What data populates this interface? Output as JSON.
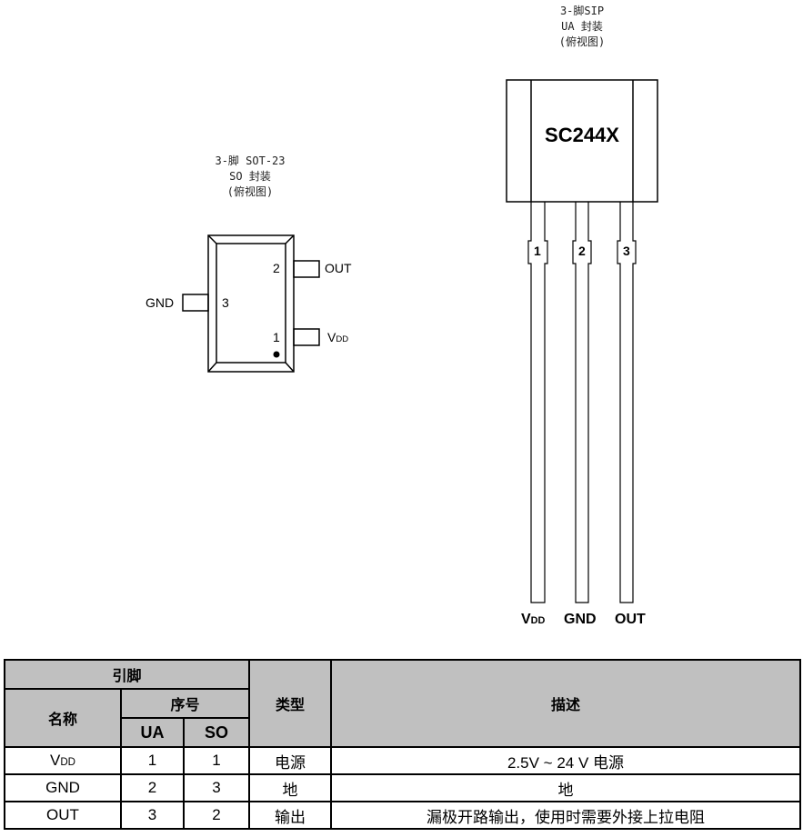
{
  "sot23": {
    "title_lines": [
      "3-脚 SOT-23",
      "SO 封装",
      "(俯视图)"
    ],
    "pins": [
      {
        "num": "2",
        "name": "OUT"
      },
      {
        "num": "3",
        "name": "GND"
      },
      {
        "num": "1",
        "name_main": "V",
        "name_sub": "DD"
      }
    ]
  },
  "sip": {
    "title_lines": [
      "3-脚SIP",
      "UA 封装",
      "(俯视图)"
    ],
    "part_number": "SC244X",
    "pin_numbers": [
      "1",
      "2",
      "3"
    ],
    "pin_names": [
      {
        "main": "V",
        "sub": "DD"
      },
      {
        "main": "GND",
        "sub": ""
      },
      {
        "main": "OUT",
        "sub": ""
      }
    ]
  },
  "table": {
    "headers": {
      "pin": "引脚",
      "name": "名称",
      "number": "序号",
      "ua": "UA",
      "so": "SO",
      "type": "类型",
      "desc": "描述"
    },
    "rows": [
      {
        "name_main": "V",
        "name_sub": "DD",
        "ua": "1",
        "so": "1",
        "type": "电源",
        "desc": "2.5V ~ 24 V  电源"
      },
      {
        "name_main": "GND",
        "name_sub": "",
        "ua": "2",
        "so": "3",
        "type": "地",
        "desc": "地"
      },
      {
        "name_main": "OUT",
        "name_sub": "",
        "ua": "3",
        "so": "2",
        "type": "输出",
        "desc": "漏极开路输出，使用时需要外接上拉电阻"
      }
    ]
  }
}
